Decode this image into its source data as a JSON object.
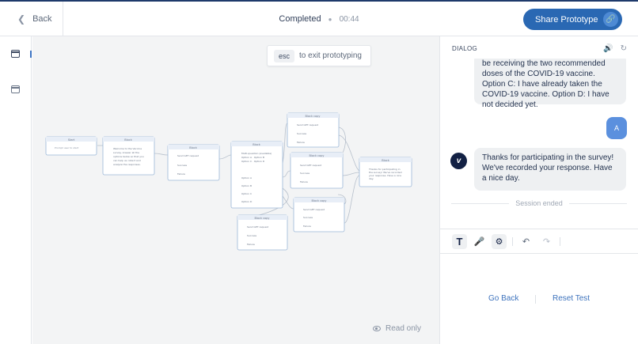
{
  "header": {
    "back_label": "Back",
    "status": "Completed",
    "timer": "00:44",
    "share_label": "Share Prototype"
  },
  "sidebar": {
    "items": [
      {
        "icon": "canvas-icon",
        "active": true
      },
      {
        "icon": "transcripts-icon",
        "active": false
      }
    ]
  },
  "canvas": {
    "esc_key": "esc",
    "esc_hint": "to exit prototyping",
    "read_only": "Read only",
    "blocks": [
      {
        "title": "Start",
        "lines": [
          "Prompt user to start"
        ]
      },
      {
        "title": "Block",
        "lines": [
          "Welcome to the Vaccine",
          "survey. Answer all the",
          "options below so that you",
          "can help us collect and",
          "analyze the responses."
        ]
      },
      {
        "title": "Block",
        "lines": [
          "Send GET request",
          "Success",
          "Failure"
        ]
      },
      {
        "title": "Block",
        "lines": [
          "Multi-question (available)",
          "Option A · Option B",
          "Option C · Option D",
          "Option A",
          "Option B",
          "Option C",
          "Option D"
        ]
      },
      {
        "title": "Block copy",
        "lines": [
          "Send GET request",
          "Success",
          "Failure"
        ]
      },
      {
        "title": "Block copy",
        "lines": [
          "Send GET request",
          "Success",
          "Failure"
        ]
      },
      {
        "title": "Block copy",
        "lines": [
          "Send GET request",
          "Success",
          "Failure"
        ]
      },
      {
        "title": "Block copy",
        "lines": [
          "Send GET request",
          "Success",
          "Failure"
        ]
      },
      {
        "title": "Block",
        "lines": [
          "Thanks for participating in",
          "the survey! We've recorded",
          "your response. Have a nice",
          "day."
        ]
      }
    ]
  },
  "dialog": {
    "title": "DIALOG",
    "messages": [
      {
        "role": "assistant",
        "text": "be receiving the two recommended doses of the COVID-19 vaccine. Option C: I have already taken the COVID-19 vaccine. Option D: I have not decided yet."
      },
      {
        "role": "user",
        "text": "A"
      },
      {
        "role": "assistant",
        "text": "Thanks for participating in the survey! We've recorded your response. Have a nice day."
      }
    ],
    "session_ended": "Session ended",
    "go_back": "Go Back",
    "reset_test": "Reset Test"
  },
  "colors": {
    "accent": "#2a68b3",
    "user_bubble": "#5b90de",
    "link": "#3e73bd",
    "canvas_bg": "#f3f4f5",
    "block_border": "#9ab6d8"
  }
}
